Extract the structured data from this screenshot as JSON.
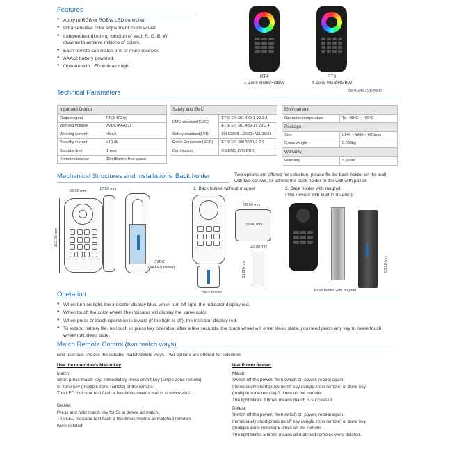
{
  "features": {
    "title": "Features",
    "items": [
      "Apply to RGB or RGBW LED controller.",
      "Ultra sensitive color adjustment touch wheel.",
      "Independent dimming function of each R, G, B, W",
      "channel to achieve millions of colors.",
      "Each remote can match one or more receiver.",
      "AAAx2 battery powered.",
      "Operate with LED indicator light."
    ]
  },
  "remotes": {
    "rt4_model": "RT4",
    "rt4_desc": "1 Zone RGB/RGBW",
    "rt9_model": "RT9",
    "rt9_desc": "4 Zone RGB/RGBW",
    "certs": "CE RoHS LVD RED"
  },
  "tech": {
    "title": "Technical Parameters",
    "io": {
      "header": "Input and Output",
      "rows": [
        [
          "Output signal",
          "RF(2.4GHz)"
        ],
        [
          "Working voltage",
          "3VDC(AAAx2)"
        ],
        [
          "Working current",
          "<5mA"
        ],
        [
          "Standby current",
          "<10μA"
        ],
        [
          "Standby time",
          "1 year"
        ],
        [
          "Remote distance",
          "30m(Barrier-free space)"
        ]
      ]
    },
    "safety": {
      "header": "Safety and EMC",
      "emc_label": "EMC standard(EMC)",
      "emc_values": [
        "ETSI EN 301 489-1 V2.2.3",
        "ETSI EN 301 489-17 V3.2.4"
      ],
      "rows": [
        [
          "Safety standard(LVD)",
          "EN 62368-1:2020+A11:2020"
        ],
        [
          "Radio Equipment(RED)",
          "ETSI EN 300 328 V2.2.2"
        ],
        [
          "Certification",
          "CE,EMC,LVD,RED"
        ]
      ]
    },
    "env": {
      "header": "Environment",
      "rows": [
        [
          "Operation temperature",
          "Ta: -30°C ~ +55°C"
        ]
      ]
    },
    "pkg": {
      "header": "Package",
      "rows": [
        [
          "Size",
          "L140 × W60 × H26mm"
        ],
        [
          "Gross weight",
          "0.088kg"
        ]
      ]
    },
    "warranty": {
      "header": "Warranty",
      "rows": [
        [
          "Warranty",
          "5 years"
        ]
      ]
    }
  },
  "mech": {
    "title": "Mechanical Structures and Installations",
    "dim_width": "53.00 mm",
    "dim_depth": "17.50 mm",
    "dim_height": "122.00 mm",
    "battery": "3VDC",
    "battery2": "(AAAx2) Battery"
  },
  "holder": {
    "title": "Back holder",
    "desc1": "Two options are offered for selection, please fix the back holder on the wall",
    "desc2": "with two screws, or adhere the back holder to the wall with paster.",
    "opt1": "1. Back holder without magnet",
    "opt2": "2. Back holder with magnet",
    "opt2_sub": "(The remote with built-in magnet)",
    "d58": "58.00 mm",
    "d33": "33.00 mm",
    "d22": "22.00 mm",
    "d53": "53.00 mm",
    "d5350": "53.50 mm",
    "cap1": "Back holder",
    "cap2": "Back holder with magnet"
  },
  "operation": {
    "title": "Operation",
    "items": [
      "When turn on light, the indicator display blue. when turn off light, the indicator display red.",
      "When touch the color wheel, the indicator will display the same color.",
      "When press or touch operation is invalid (If the light is off), the indicator display red.",
      "To extend battery life, no touch or press key operation after a few seconds, the touch wheel will enter sleep state, you need press any key to make touch",
      "wheel quit sleep state."
    ]
  },
  "match": {
    "title": "Match Remote Control (two match ways)",
    "intro": "End user can choose the suitable match/delete ways. Two options are offered for selection:",
    "left": {
      "title": "Use the controller's Match key",
      "lines": [
        "Match:",
        "Short press match key, immediately press on/off key (single zone remote)",
        "or zone key (multiple zone remote) of the remote.",
        "The LED indicator fast flash a few times means match is successful.",
        "",
        "Delete:",
        "Press and hold match key for 5s to delete all match,",
        "The LED indicator fast flash a few times means all matched remotes",
        "were deleted."
      ]
    },
    "right": {
      "title": "Use Power Restart",
      "lines": [
        "Match:",
        "Switch off the power, then switch on power, repeat again.",
        "Immediately short press on/off key (single zone remote) or zone key",
        "(multiple zone remote) 3 times on the remote.",
        "The light blinks 3 times means match is successful.",
        "Delete:",
        "Switch off the power, then switch on power, repeat again.",
        "Immediately short press on/off key (single zone remote) or zone key",
        "(multiple zone remote) 5 times on the remote.",
        "The light blinks 5 times means all matched remotes were deleted."
      ]
    }
  }
}
